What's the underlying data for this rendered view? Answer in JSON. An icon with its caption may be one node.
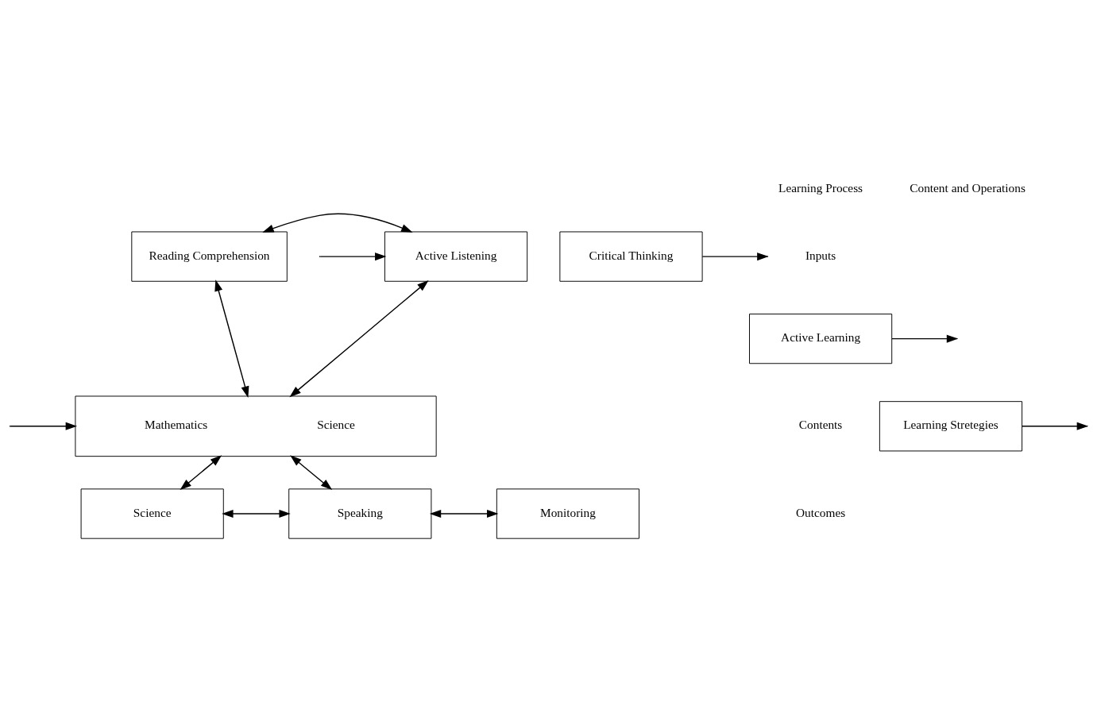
{
  "diagram": {
    "nodes": [
      {
        "text": [
          "Reading Comprehension"
        ]
      },
      {
        "text": [
          "Active Listening"
        ]
      },
      {
        "text": [
          "Mathematics",
          "Science"
        ]
      },
      {
        "text": [
          "Science"
        ]
      },
      {
        "text": [
          "Speaking"
        ]
      },
      {
        "text": [
          "Critical Thinking"
        ]
      },
      {
        "text": [
          "Active Learning"
        ]
      },
      {
        "text": [
          "Learning Stretegies"
        ]
      },
      {
        "text": [
          "Monitoring"
        ]
      }
    ],
    "edges": [
      {
        "from": 0,
        "to": 1,
        "arrow": "both"
      },
      {
        "from": 0,
        "to": 2,
        "arrow": "both"
      },
      {
        "from": 1,
        "to": 2,
        "arrow": "both"
      },
      {
        "from": 2,
        "to": 3,
        "arrow": "both"
      },
      {
        "from": 2,
        "to": 4,
        "arrow": "both"
      },
      {
        "from": 3,
        "to": 4,
        "arrow": "both"
      },
      {
        "from": 4,
        "to": 8,
        "arrow": "both"
      },
      {
        "from": 5,
        "to": null,
        "arrow": "to"
      },
      {
        "from": null,
        "to": 1,
        "arrow": "to"
      },
      {
        "from": 6,
        "to": null,
        "arrow": "to"
      },
      {
        "from": 7,
        "to": null,
        "arrow": "to"
      },
      {
        "from": null,
        "to": 2,
        "arrow": "to"
      }
    ],
    "labels": [
      "Content and Operations",
      "Learning Process",
      "Inputs",
      "Contents",
      "Outcomes"
    ]
  }
}
